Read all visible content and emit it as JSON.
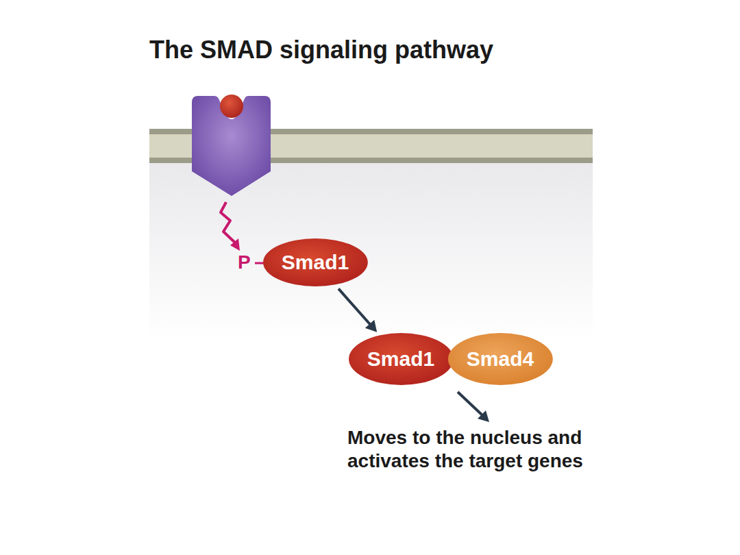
{
  "diagram": {
    "title": "The SMAD signaling pathway",
    "nodes": [
      {
        "text": [
          "Smad1"
        ]
      },
      {
        "text": [
          "Smad1"
        ]
      },
      {
        "text": [
          "Smad4"
        ]
      }
    ],
    "edges": [
      {
        "from": 0,
        "to": 1,
        "arrow": "to"
      }
    ],
    "labels": [
      "P",
      "Moves to the nucleus and activates the target genes"
    ]
  }
}
